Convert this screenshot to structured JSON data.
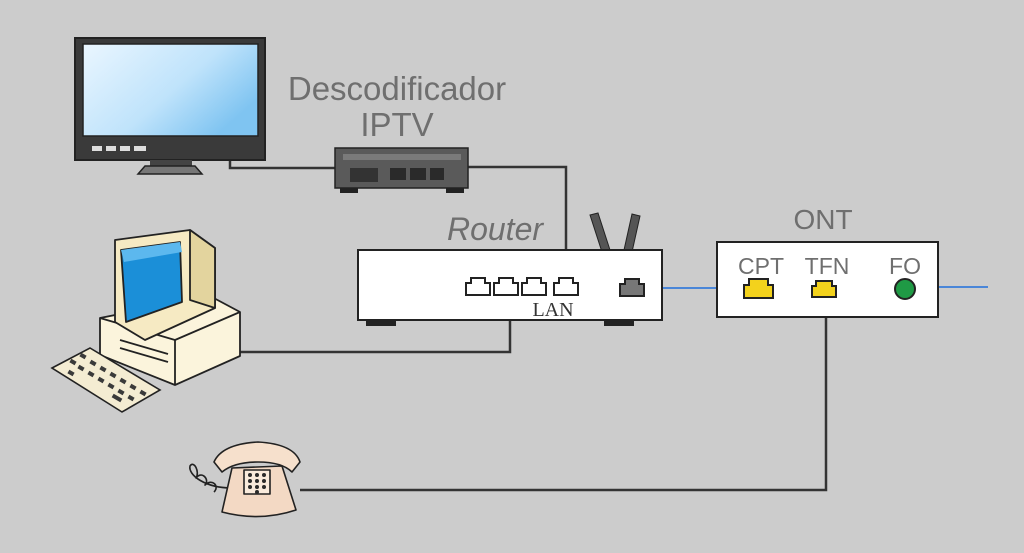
{
  "labels": {
    "decoder_line1": "Descodificador",
    "decoder_line2": "IPTV",
    "router": "Router",
    "lan": "LAN",
    "ont": "ONT",
    "cpt": "CPT",
    "tfn": "TFN",
    "fo": "FO"
  },
  "colors": {
    "background": "#cccccc",
    "label_gray": "#6f6f6f",
    "fiber_blue": "#4a86d8",
    "port_yellow": "#f3d21c",
    "fo_green": "#1f9a45",
    "cable": "#333333"
  },
  "icons": {
    "tv": "tv-monitor-icon",
    "decoder": "set-top-box-icon",
    "pc": "desktop-computer-icon",
    "keyboard": "keyboard-icon",
    "phone": "telephone-icon",
    "router": "router-icon",
    "ont": "ont-icon"
  }
}
